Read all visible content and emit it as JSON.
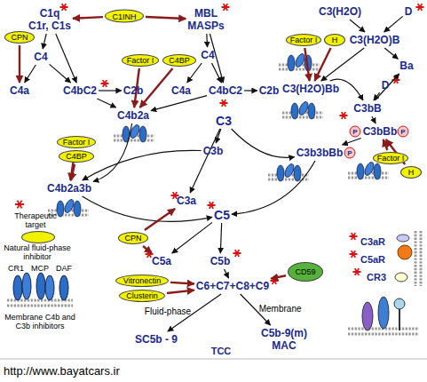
{
  "diagram": {
    "nodes": [
      {
        "text": [
          "C1q",
          "C1r, C1s"
        ]
      },
      {
        "text": [
          "C1INH"
        ]
      },
      {
        "text": [
          "MBL",
          "MASPs"
        ]
      },
      {
        "text": [
          "CPN"
        ]
      },
      {
        "text": [
          "C4"
        ]
      },
      {
        "text": [
          "C4a"
        ]
      },
      {
        "text": [
          "C4bC2"
        ]
      },
      {
        "text": [
          "C2b"
        ]
      },
      {
        "text": [
          "Factor I"
        ]
      },
      {
        "text": [
          "C4BP"
        ]
      },
      {
        "text": [
          "C4"
        ]
      },
      {
        "text": [
          "C4a"
        ]
      },
      {
        "text": [
          "C4bC2"
        ]
      },
      {
        "text": [
          "C2b"
        ]
      },
      {
        "text": [
          "C3(H2O)"
        ]
      },
      {
        "text": [
          "D"
        ]
      },
      {
        "text": [
          "Factor I"
        ]
      },
      {
        "text": [
          "H"
        ]
      },
      {
        "text": [
          "C3(H2O)B"
        ]
      },
      {
        "text": [
          "Ba"
        ]
      },
      {
        "text": [
          "C3(H2O)Bb"
        ]
      },
      {
        "text": [
          "D"
        ]
      },
      {
        "text": [
          "C3bB"
        ]
      },
      {
        "text": [
          "C3bBb"
        ]
      },
      {
        "text": [
          "C4b2a"
        ]
      },
      {
        "text": [
          "C3"
        ]
      },
      {
        "text": [
          "C3b"
        ]
      },
      {
        "text": [
          "C3b3bBb"
        ]
      },
      {
        "text": [
          "Factor I"
        ]
      },
      {
        "text": [
          "H"
        ]
      },
      {
        "text": [
          "Factor I"
        ]
      },
      {
        "text": [
          "C4BP"
        ]
      },
      {
        "text": [
          "C4b2a3b"
        ]
      },
      {
        "text": [
          "C3a"
        ]
      },
      {
        "text": [
          "C5"
        ]
      },
      {
        "text": [
          "CPN"
        ]
      },
      {
        "text": [
          "C5a"
        ]
      },
      {
        "text": [
          "C5b"
        ]
      },
      {
        "text": [
          "Vitronectin"
        ]
      },
      {
        "text": [
          "Clusterin"
        ]
      },
      {
        "text": [
          "C6+C7+C8+C9"
        ]
      },
      {
        "text": [
          "CD59"
        ]
      },
      {
        "text": [
          "SC5b - 9"
        ]
      },
      {
        "text": [
          "C5b-9(m)",
          "MAC"
        ]
      }
    ],
    "edges": [
      {
        "from": 0,
        "to": 4,
        "arrow": "to"
      },
      {
        "from": 0,
        "to": 6,
        "arrow": "to"
      },
      {
        "from": 4,
        "to": 5,
        "arrow": "to"
      },
      {
        "from": 4,
        "to": 6,
        "arrow": "to"
      },
      {
        "from": 6,
        "to": 7,
        "arrow": "to"
      },
      {
        "from": 1,
        "to": 0,
        "arrow": "to"
      },
      {
        "from": 1,
        "to": 2,
        "arrow": "to"
      },
      {
        "from": 3,
        "to": 5,
        "arrow": "to"
      },
      {
        "from": 2,
        "to": 10,
        "arrow": "to"
      },
      {
        "from": 2,
        "to": 12,
        "arrow": "to"
      },
      {
        "from": 10,
        "to": 11,
        "arrow": "to"
      },
      {
        "from": 10,
        "to": 12,
        "arrow": "to"
      },
      {
        "from": 12,
        "to": 13,
        "arrow": "to"
      },
      {
        "from": 8,
        "to": 24,
        "arrow": "to"
      },
      {
        "from": 9,
        "to": 24,
        "arrow": "to"
      },
      {
        "from": 6,
        "to": 24,
        "arrow": "to"
      },
      {
        "from": 12,
        "to": 24,
        "arrow": "to"
      },
      {
        "from": 14,
        "to": 18,
        "arrow": "to"
      },
      {
        "from": 15,
        "to": 18,
        "arrow": "to"
      },
      {
        "from": 16,
        "to": 20,
        "arrow": "to"
      },
      {
        "from": 17,
        "to": 20,
        "arrow": "to"
      },
      {
        "from": 18,
        "to": 20,
        "arrow": "to"
      },
      {
        "from": 18,
        "to": 19,
        "arrow": "to"
      },
      {
        "from": 20,
        "to": 22,
        "arrow": "to"
      },
      {
        "from": 21,
        "to": 22,
        "arrow": "to"
      },
      {
        "from": 22,
        "to": 19,
        "arrow": "to"
      },
      {
        "from": 22,
        "to": 23,
        "arrow": "to"
      },
      {
        "from": 25,
        "to": 26,
        "arrow": "to"
      },
      {
        "from": 25,
        "to": 27,
        "arrow": "to"
      },
      {
        "from": 23,
        "to": 27,
        "arrow": "to"
      },
      {
        "from": 28,
        "to": 23,
        "arrow": "to"
      },
      {
        "from": 29,
        "to": 23,
        "arrow": "to"
      },
      {
        "from": 24,
        "to": 32,
        "arrow": "to"
      },
      {
        "from": 26,
        "to": 32,
        "arrow": "to"
      },
      {
        "from": 30,
        "to": 32,
        "arrow": "to"
      },
      {
        "from": 31,
        "to": 32,
        "arrow": "to"
      },
      {
        "from": 25,
        "to": 33,
        "arrow": "to"
      },
      {
        "from": 32,
        "to": 34,
        "arrow": "to"
      },
      {
        "from": 27,
        "to": 34,
        "arrow": "to"
      },
      {
        "from": 34,
        "to": 36,
        "arrow": "to"
      },
      {
        "from": 34,
        "to": 37,
        "arrow": "to"
      },
      {
        "from": 35,
        "to": 33,
        "arrow": "to"
      },
      {
        "from": 35,
        "to": 36,
        "arrow": "to"
      },
      {
        "from": 37,
        "to": 40,
        "arrow": "to"
      },
      {
        "from": 38,
        "to": 40,
        "arrow": "to"
      },
      {
        "from": 39,
        "to": 40,
        "arrow": "to"
      },
      {
        "from": 41,
        "to": 40,
        "arrow": "to"
      },
      {
        "from": 40,
        "to": 42,
        "label": "Fluid-phase",
        "arrow": "to"
      },
      {
        "from": 40,
        "to": 43,
        "label": "Membrane",
        "arrow": "to"
      }
    ],
    "labels": [
      "CR1",
      "MCP",
      "DAF",
      "P",
      "P",
      "P",
      "TCC",
      "C3aR",
      "C5aR",
      "CR3",
      "http://www.bayatcars.ir"
    ],
    "legend": [
      {
        "text": "Therapeutic target"
      },
      {
        "text": "Natural fluid-phase inhibitor",
        "color": "#f2f200"
      },
      {
        "text": "Membrane C4b and C3b inhibitors"
      }
    ]
  }
}
